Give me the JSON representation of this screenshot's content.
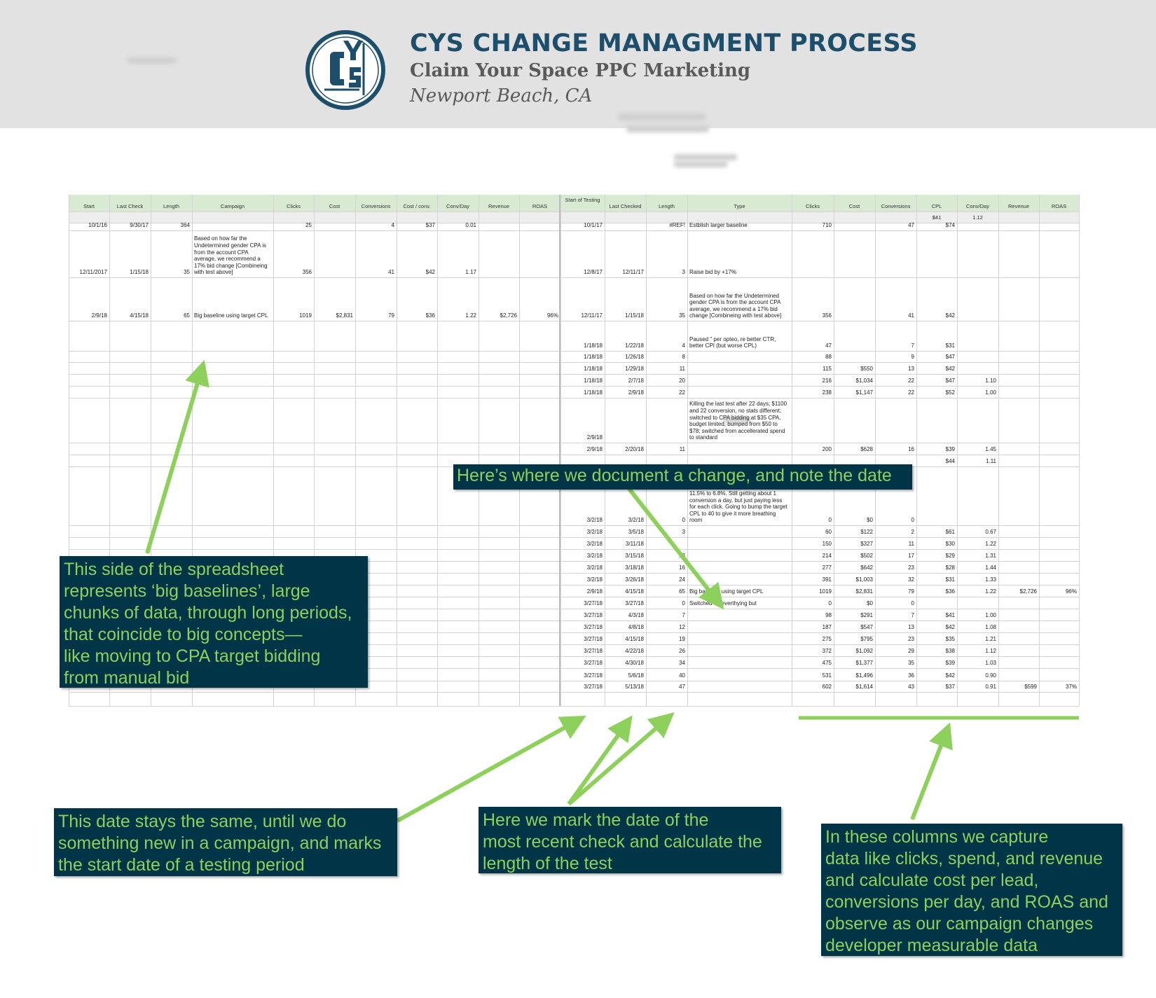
{
  "header": {
    "title": "CYS CHANGE MANAGMENT PROCESS",
    "subtitle": "Claim Your Space PPC Marketing",
    "location": "Newport Beach, CA"
  },
  "colors": {
    "accent_green": "#8dd05b",
    "callout_bg": "#003548",
    "brand_blue": "#1d4e6c"
  },
  "left_table": {
    "headers": [
      "Start",
      "Last Check",
      "Length",
      "Campaign",
      "Clicks",
      "Cost",
      "Conversions",
      "Cost / conv.",
      "Conv/Day",
      "Revenue",
      "ROAS"
    ],
    "rows": [
      [
        "10/1/16",
        "9/30/17",
        "364",
        "",
        "25",
        "",
        "4",
        "$37",
        "0.01",
        "",
        ""
      ],
      [
        "12/11/2017",
        "1/15/18",
        "35",
        "Based on how far the Undetermined gender CPA is from the account CPA average, we recommend a 17% bid change [Combineing with test above]",
        "356",
        "",
        "41",
        "$42",
        "1.17",
        "",
        ""
      ],
      [
        "2/9/18",
        "4/15/18",
        "65",
        "Big baseline using target CPL",
        "1019",
        "$2,831",
        "79",
        "$36",
        "1.22",
        "$2,726",
        "96%"
      ]
    ]
  },
  "right_table": {
    "headers": [
      "Start of Testing",
      "Last Checked",
      "Length",
      "Type",
      "Clicks",
      "Cost",
      "Conversions",
      "CPL",
      "Conv/Day",
      "Revenue",
      "ROAS"
    ],
    "summary": {
      "cpl": "$41",
      "conv_day": "1.12"
    },
    "rows": [
      [
        "10/1/17",
        "",
        "#REF!",
        "Estblish larger baseline",
        "710",
        "",
        "47",
        "$74",
        "",
        "",
        ""
      ],
      [
        "12/8/17",
        "12/11/17",
        "3",
        "Raise bid by +17%",
        "",
        "",
        "",
        "",
        "",
        "",
        ""
      ],
      [
        "12/11/17",
        "1/15/18",
        "35",
        "Based on how far the Undetermined gender CPA is from the account CPA average, we recommend a 17% bid change [Combineing with test above]",
        "356",
        "",
        "41",
        "$42",
        "",
        "",
        ""
      ],
      [
        "1/18/18",
        "1/22/18",
        "4",
        "Paused \" per opteo, re better CTR, better CPI (but worse CPL)",
        "47",
        "",
        "7",
        "$31",
        "",
        "",
        ""
      ],
      [
        "1/18/18",
        "1/26/18",
        "8",
        "",
        "88",
        "",
        "9",
        "$47",
        "",
        "",
        ""
      ],
      [
        "1/18/18",
        "1/29/18",
        "11",
        "",
        "115",
        "$550",
        "13",
        "$42",
        "",
        "",
        ""
      ],
      [
        "1/18/18",
        "2/7/18",
        "20",
        "",
        "216",
        "$1,034",
        "22",
        "$47",
        "1.10",
        "",
        ""
      ],
      [
        "1/18/18",
        "2/9/18",
        "22",
        "",
        "238",
        "$1,147",
        "22",
        "$52",
        "1.00",
        "",
        ""
      ],
      [
        "2/9/18",
        "",
        "",
        "Killing the last test after 22 days; $1100 and 22 conversion, no stats different; switched to CPA bidding at $35 CPA, budget limited, bumped from $50 to $78; switched from accellerated spend to standard",
        "",
        "",
        "",
        "",
        "",
        "",
        ""
      ],
      [
        "2/9/18",
        "2/20/18",
        "11",
        "",
        "200",
        "$628",
        "16",
        "$39",
        "1.45",
        "",
        ""
      ],
      [
        "",
        "",
        "",
        "",
        "",
        "",
        "",
        "$44",
        "1.11",
        "",
        ""
      ],
      [
        "3/2/18",
        "3/2/18",
        "0",
        "maintained CPL, but interestingly the overall conversion rate went down from 11.5% to 6.8%. Still getting about 1 conversion a day, but just paying less for each click. Going to bump the target CPL to 40 to give it more breathing room",
        "0",
        "$0",
        "0",
        "",
        "",
        "",
        ""
      ],
      [
        "3/2/18",
        "3/5/18",
        "3",
        "",
        "60",
        "$122",
        "2",
        "$61",
        "0.67",
        "",
        ""
      ],
      [
        "3/2/18",
        "3/11/18",
        "",
        "",
        "150",
        "$327",
        "11",
        "$30",
        "1.22",
        "",
        ""
      ],
      [
        "3/2/18",
        "3/15/18",
        "13",
        "",
        "214",
        "$502",
        "17",
        "$29",
        "1.31",
        "",
        ""
      ],
      [
        "3/2/18",
        "3/18/18",
        "16",
        "",
        "277",
        "$642",
        "23",
        "$28",
        "1.44",
        "",
        ""
      ],
      [
        "3/2/18",
        "3/26/18",
        "24",
        "",
        "391",
        "$1,003",
        "32",
        "$31",
        "1.33",
        "",
        ""
      ],
      [
        "2/9/18",
        "4/15/18",
        "65",
        "Big baseline using target CPL",
        "1019",
        "$2,831",
        "79",
        "$36",
        "1.22",
        "$2,726",
        "96%"
      ],
      [
        "3/27/18",
        "3/27/18",
        "0",
        "Switched off everthying but",
        "0",
        "$0",
        "0",
        "",
        "",
        "",
        ""
      ],
      [
        "3/27/18",
        "4/3/18",
        "7",
        "",
        "98",
        "$291",
        "7",
        "$41",
        "1.00",
        "",
        ""
      ],
      [
        "3/27/18",
        "4/8/18",
        "12",
        "",
        "187",
        "$547",
        "13",
        "$42",
        "1.08",
        "",
        ""
      ],
      [
        "3/27/18",
        "4/15/18",
        "19",
        "",
        "275",
        "$795",
        "23",
        "$35",
        "1.21",
        "",
        ""
      ],
      [
        "3/27/18",
        "4/22/18",
        "26",
        "",
        "372",
        "$1,092",
        "29",
        "$38",
        "1.12",
        "",
        ""
      ],
      [
        "3/27/18",
        "4/30/18",
        "34",
        "",
        "475",
        "$1,377",
        "35",
        "$39",
        "1.03",
        "",
        ""
      ],
      [
        "3/27/18",
        "5/6/18",
        "40",
        "",
        "531",
        "$1,496",
        "36",
        "$42",
        "0.90",
        "",
        ""
      ],
      [
        "3/27/18",
        "5/13/18",
        "47",
        "",
        "602",
        "$1,614",
        "43",
        "$37",
        "0.91",
        "$599",
        "37%"
      ]
    ]
  },
  "callouts": {
    "big_baselines": [
      "This side of the spreadsheet",
      "represents ‘big baselines’, large",
      "chunks of data, through long periods,",
      "that coincide to big concepts—",
      "like moving to CPA target bidding",
      "from manual bid"
    ],
    "document_change": [
      "Here’s where we document a change, and note the date"
    ],
    "start_date": [
      "This date stays the same, until we do",
      "something new in a campaign, and marks",
      "the start date of a testing period"
    ],
    "recent_check": [
      "Here we mark the date of the",
      "most recent check and calculate the",
      "length of the test"
    ],
    "metrics": [
      "In these columns we capture",
      "data like clicks, spend, and revenue",
      "and calculate cost per lead,",
      "conversions per day, and ROAS and",
      "observe as our campaign changes",
      "developer measurable data"
    ]
  }
}
